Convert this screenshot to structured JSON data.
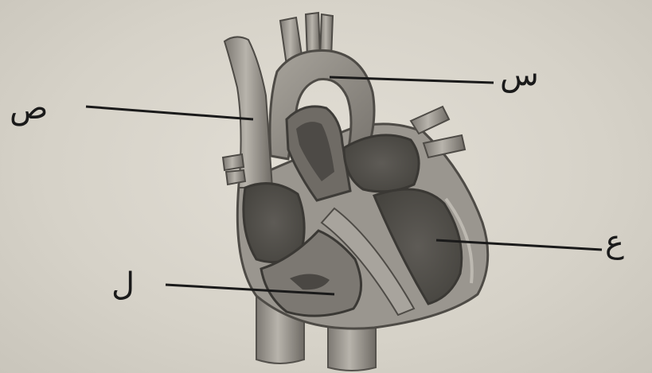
{
  "labels": {
    "sin": "س",
    "sad": "ص",
    "ain": "ع",
    "lam": "ل"
  },
  "colors": {
    "background": "#d8d4ca",
    "tissue_light": "#b4b0a8",
    "tissue_mid": "#8c8882",
    "tissue_dark": "#5a5752",
    "leader_line": "#1a1a1a"
  }
}
